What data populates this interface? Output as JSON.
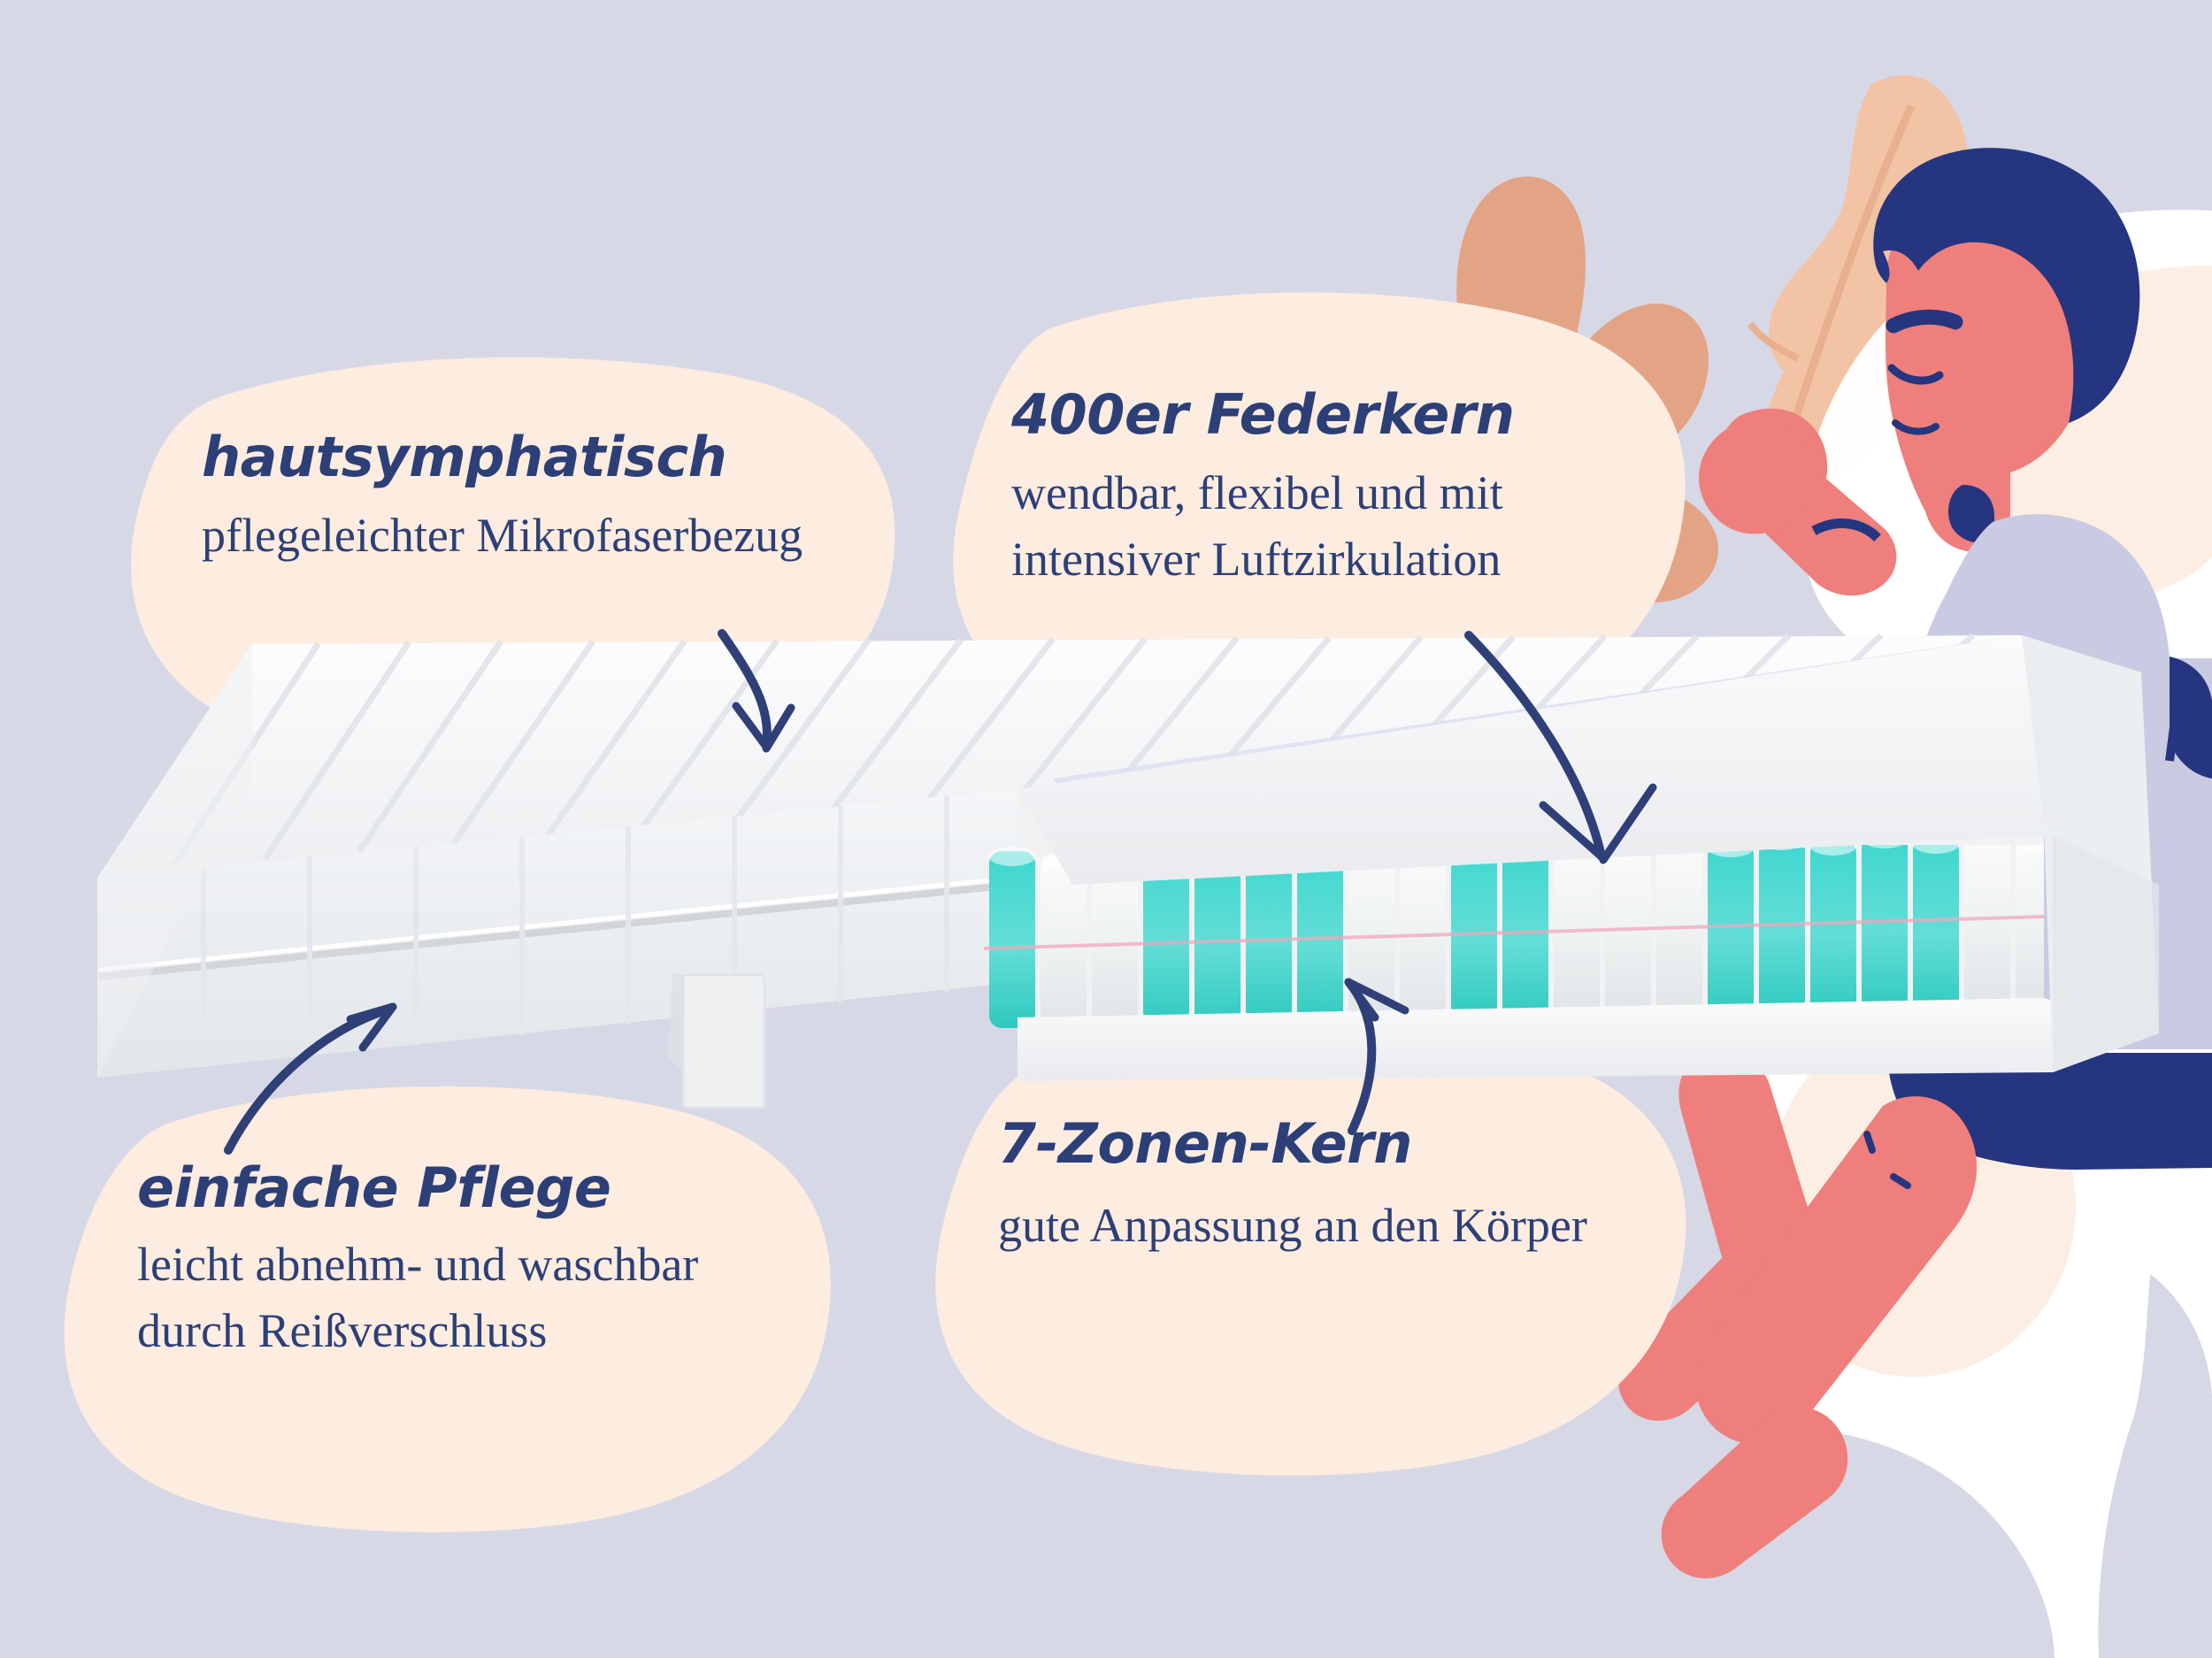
{
  "palette": {
    "background": "#d7d8e6",
    "callout_blob": "#fdece0",
    "text_navy": "#2d3f77",
    "arrow_navy": "#2f3f77",
    "skin": "#ef7f7c",
    "hair_navy": "#25357f",
    "shirt": "#c9cbe2",
    "shorts_navy": "#25357f",
    "bedding_white": "#ffffff",
    "bedding_cream": "#fdeee4",
    "leaf_dark": "#e3a485",
    "leaf_light": "#f2c3a4",
    "spring_turquoise": "#3fd3cb",
    "spring_white": "#f2f4f5",
    "mattress_white": "#f7f8f9",
    "mattress_shadow": "#e4e7ea",
    "foam_white": "#f4f5f6"
  },
  "callouts": [
    {
      "id": "cover",
      "headline": "hautsymphatisch",
      "lines": [
        "pflegeleichter Mikrofaserbezug"
      ]
    },
    {
      "id": "spring",
      "headline": "400er Federkern",
      "lines": [
        "wendbar, flexibel und mit",
        "intensiver Luftzirkulation"
      ]
    },
    {
      "id": "care",
      "headline": "einfache Pflege",
      "lines": [
        "leicht abnehm- und waschbar",
        "durch Reißverschluss"
      ]
    },
    {
      "id": "zones",
      "headline": "7-Zonen-Kern",
      "lines": [
        "gute Anpassung an den Körper"
      ]
    }
  ],
  "illustration": {
    "person": "sleeping-man",
    "plants": [
      "oak-leaf",
      "banana-leaf"
    ],
    "product": "pocket-spring-mattress-cutaway"
  }
}
